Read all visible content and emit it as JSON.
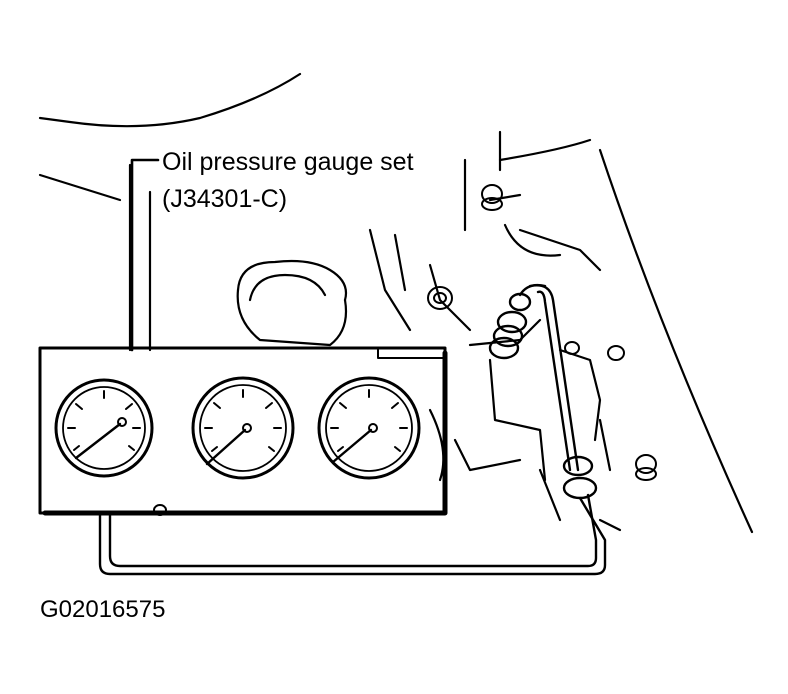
{
  "callout": {
    "line1": "Oil pressure gauge set",
    "line2": "(J34301-C)"
  },
  "figure_code": "G02016575",
  "gauges": [
    {
      "name": "gauge-left-icon"
    },
    {
      "name": "gauge-center-icon"
    },
    {
      "name": "gauge-right-icon"
    }
  ]
}
